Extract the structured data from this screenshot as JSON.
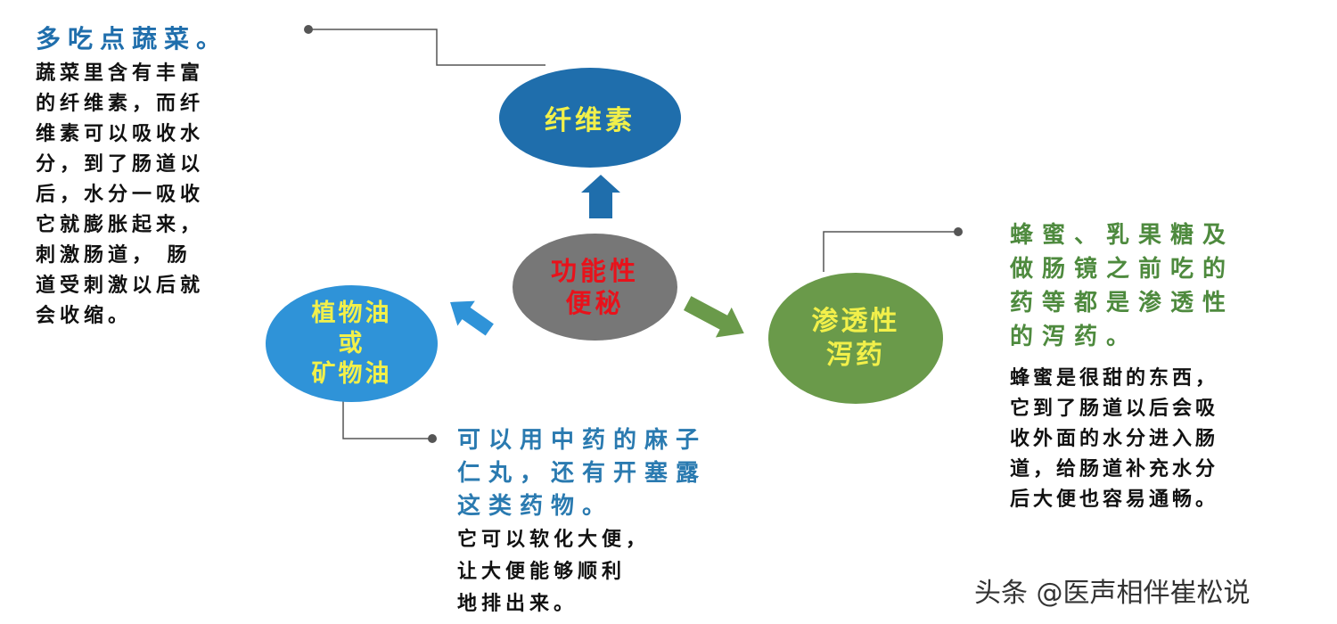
{
  "center": {
    "label": "功能性\n便秘",
    "text_color": "#e8121b",
    "fill": "#777777"
  },
  "nodes": {
    "fiber": {
      "label": "纤维素",
      "fill": "#1f6eac",
      "text_color": "#f2f04a"
    },
    "oil": {
      "label": "植物油\n或\n矿物油",
      "fill": "#2f93d8",
      "text_color": "#f2f04a"
    },
    "osmotic": {
      "label": "渗透性\n泻药",
      "fill": "#6a9a4a",
      "text_color": "#f2f04a"
    }
  },
  "notes": {
    "fiber": {
      "title": "多吃点蔬菜。",
      "title_color": "#1f6eac",
      "body": "蔬菜里含有丰富\n的纤维素，而纤\n维素可以吸收水\n分，到了肠道以\n后，水分一吸收\n它就膨胀起来，\n刺激肠道， 肠\n道受刺激以后就\n会收缩。"
    },
    "oil": {
      "title": "可以用中药的麻子\n仁丸，还有开塞露\n这类药物。",
      "title_color": "#2a7ab0",
      "body": "它可以软化大便，\n让大便能够顺利\n地排出来。"
    },
    "osmotic": {
      "title": "蜂蜜、乳果糖及\n做肠镜之前吃的\n药等都是渗透性\n的泻药。",
      "title_color": "#4e8a3e",
      "body": "蜂蜜是很甜的东西，\n它到了肠道以后会吸\n收外面的水分进入肠\n道，给肠道补充水分\n后大便也容易通畅。"
    }
  },
  "watermark": "头条 @医声相伴崔松说",
  "colors": {
    "connector": "#555555",
    "arrow_up": "#1f6eac",
    "arrow_left": "#2f93d8",
    "arrow_right": "#6a9a4a"
  }
}
